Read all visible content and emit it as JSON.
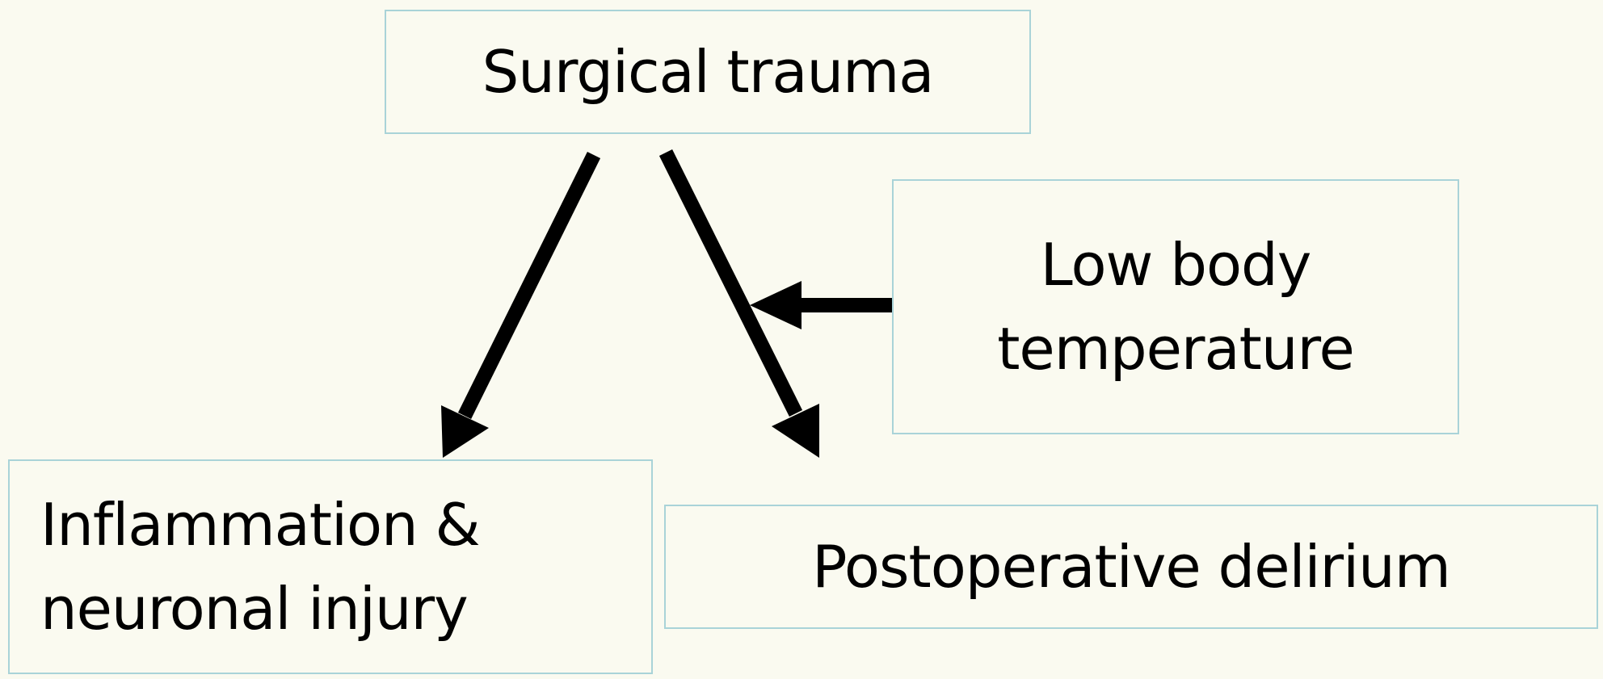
{
  "nodes": {
    "surgical_trauma": {
      "lines": [
        "Surgical trauma"
      ]
    },
    "low_body_temperature": {
      "lines": [
        "Low body",
        "temperature"
      ]
    },
    "inflammation": {
      "lines": [
        "Inflammation &",
        "neuronal injury"
      ]
    },
    "postoperative_delirium": {
      "lines": [
        "Postoperative delirium"
      ]
    }
  },
  "edges": [
    {
      "from": "surgical_trauma",
      "to": "inflammation"
    },
    {
      "from": "surgical_trauma",
      "to": "postoperative_delirium"
    },
    {
      "from": "low_body_temperature",
      "to": "surgical_trauma→postoperative_delirium"
    }
  ],
  "colors": {
    "background": "#fafaf0",
    "box_border": "#a9d3d8",
    "arrow": "#000000",
    "text": "#000000"
  }
}
